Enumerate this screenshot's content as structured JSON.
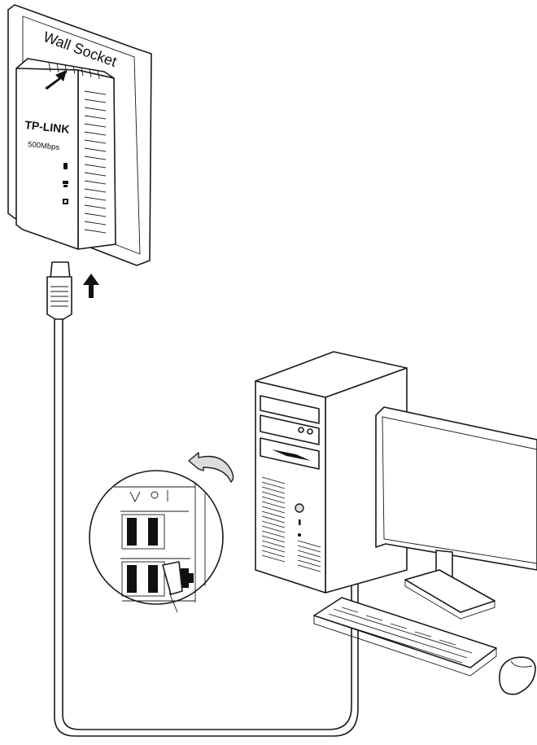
{
  "labels": {
    "wall_socket": "Wall Socket",
    "brand": "TP-LINK",
    "speed": "500Mbps"
  },
  "icons": [
    "arrow-right-icon",
    "arrow-up-icon",
    "curved-arrow-left-icon",
    "power-led-icon",
    "powerline-led-icon",
    "ethernet-led-icon"
  ],
  "colors": {
    "line": "#1a1a1a",
    "fill": "#ffffff",
    "shade": "#dcdcdc"
  }
}
